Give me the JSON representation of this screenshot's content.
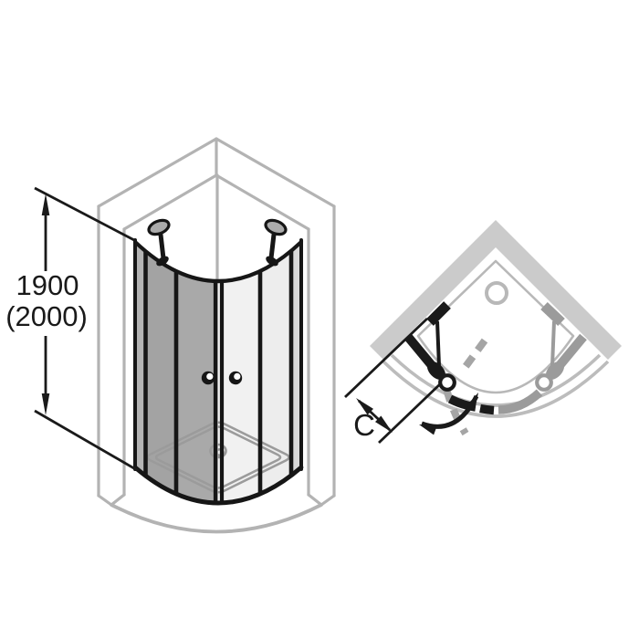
{
  "front_view": {
    "height_dimension": {
      "value": "1900",
      "alt_value": "(2000)"
    }
  },
  "plan_view": {
    "entry_width_label": "C"
  },
  "colors": {
    "line_black": "#1a1a1a",
    "outline_gray": "#b3b3b3",
    "wall_fill_gray": "#cbcbcb",
    "track_gray": "#bcbcbc",
    "door_gray": "#9b9b9b",
    "glass_dark": "#a6a6a6",
    "glass_light": "#f1f1f1"
  }
}
